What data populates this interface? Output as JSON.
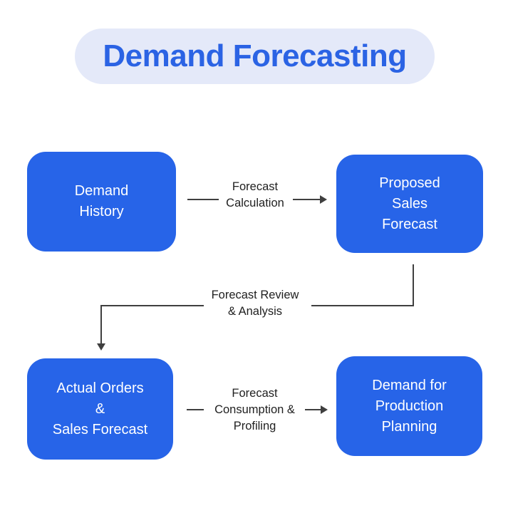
{
  "title": "Demand Forecasting",
  "colors": {
    "box_fill": "#2764e8",
    "box_text": "#ffffff",
    "title_text": "#2b63e4",
    "title_pill_bg": "#e4e9f9",
    "connector": "#3f3f3f",
    "label_text": "#212121",
    "background": "#ffffff"
  },
  "nodes": {
    "demand_history": {
      "lines": [
        "Demand",
        "History"
      ]
    },
    "proposed_sales_forecast": {
      "lines": [
        "Proposed",
        "Sales",
        "Forecast"
      ]
    },
    "actual_orders_sales_forecast": {
      "lines": [
        "Actual Orders",
        "&",
        "Sales Forecast"
      ]
    },
    "demand_for_production_planning": {
      "lines": [
        "Demand for",
        "Production",
        "Planning"
      ]
    }
  },
  "edges": {
    "forecast_calculation": {
      "from": "demand_history",
      "to": "proposed_sales_forecast",
      "lines": [
        "Forecast",
        "Calculation"
      ]
    },
    "forecast_review_analysis": {
      "from": "proposed_sales_forecast",
      "to": "actual_orders_sales_forecast",
      "lines": [
        "Forecast Review",
        "& Analysis"
      ]
    },
    "forecast_consumption_profiling": {
      "from": "actual_orders_sales_forecast",
      "to": "demand_for_production_planning",
      "lines": [
        "Forecast",
        "Consumption &",
        "Profiling"
      ]
    }
  }
}
